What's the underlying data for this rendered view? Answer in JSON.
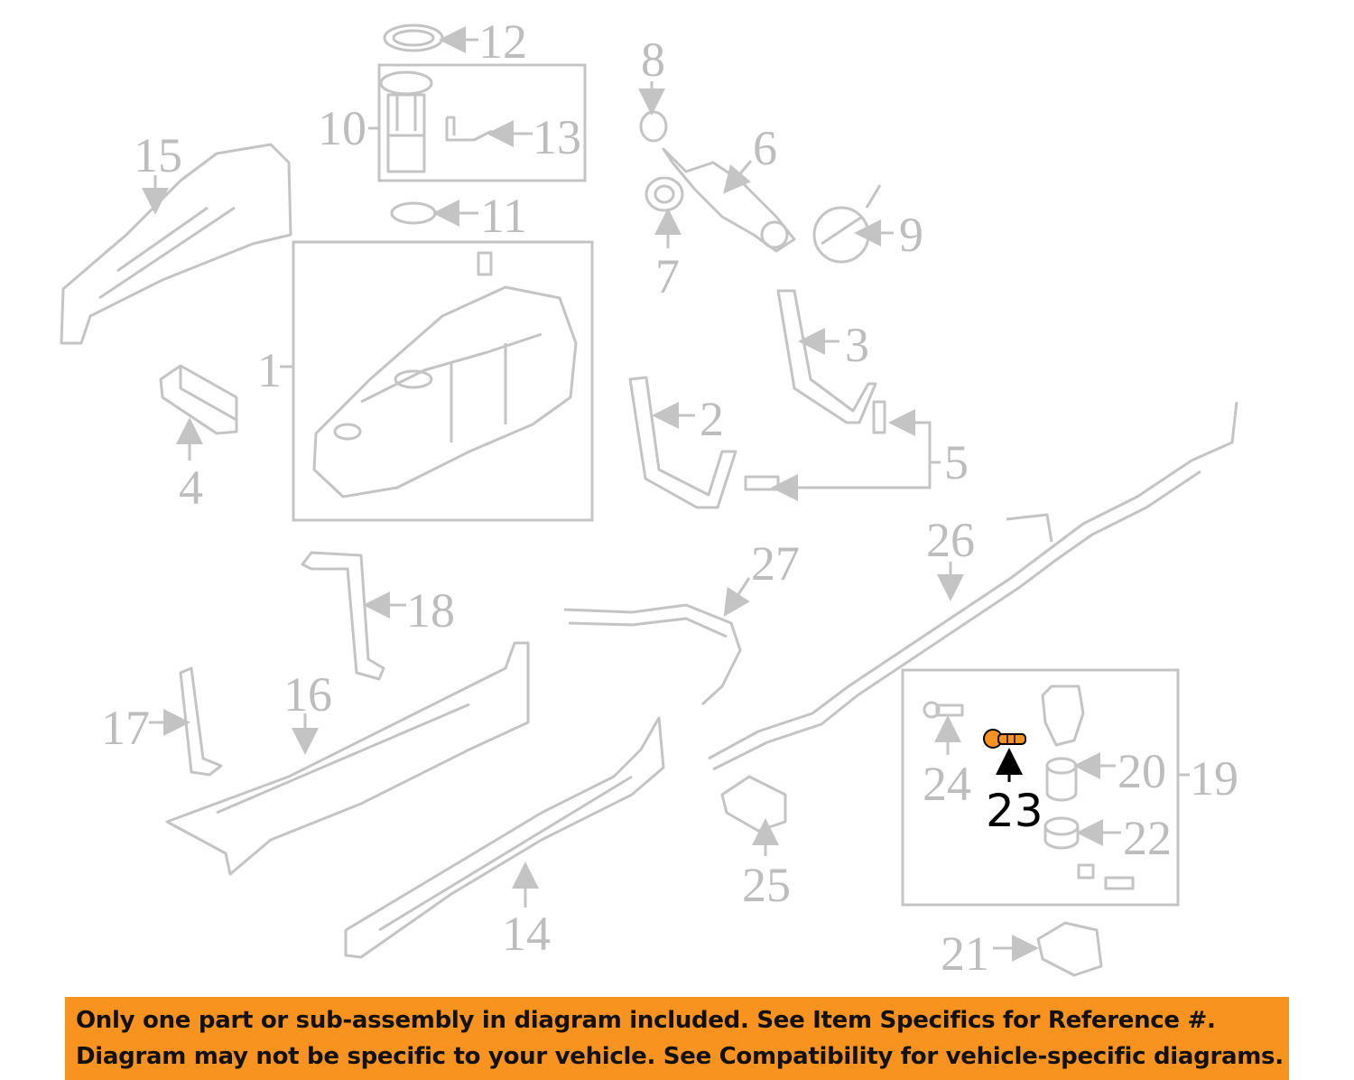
{
  "diagram": {
    "callouts": {
      "c1": "1",
      "c2": "2",
      "c3": "3",
      "c4": "4",
      "c5": "5",
      "c6": "6",
      "c7": "7",
      "c8": "8",
      "c9": "9",
      "c10": "10",
      "c11": "11",
      "c12": "12",
      "c13": "13",
      "c14": "14",
      "c15": "15",
      "c16": "16",
      "c17": "17",
      "c18": "18",
      "c19": "19",
      "c20": "20",
      "c21": "21",
      "c22": "22",
      "c23": "23",
      "c24": "24",
      "c25": "25",
      "c26": "26",
      "c27": "27"
    },
    "highlighted_part": "23",
    "colors": {
      "highlight": "#F7931E",
      "lines": "#c4c4c4",
      "banner": "#F7931E"
    }
  },
  "banner": {
    "line1": "Only one part or sub-assembly in diagram included. See Item Specifics for Reference #.",
    "line2": "Diagram may not be specific to your vehicle. See Compatibility for vehicle-specific diagrams."
  }
}
